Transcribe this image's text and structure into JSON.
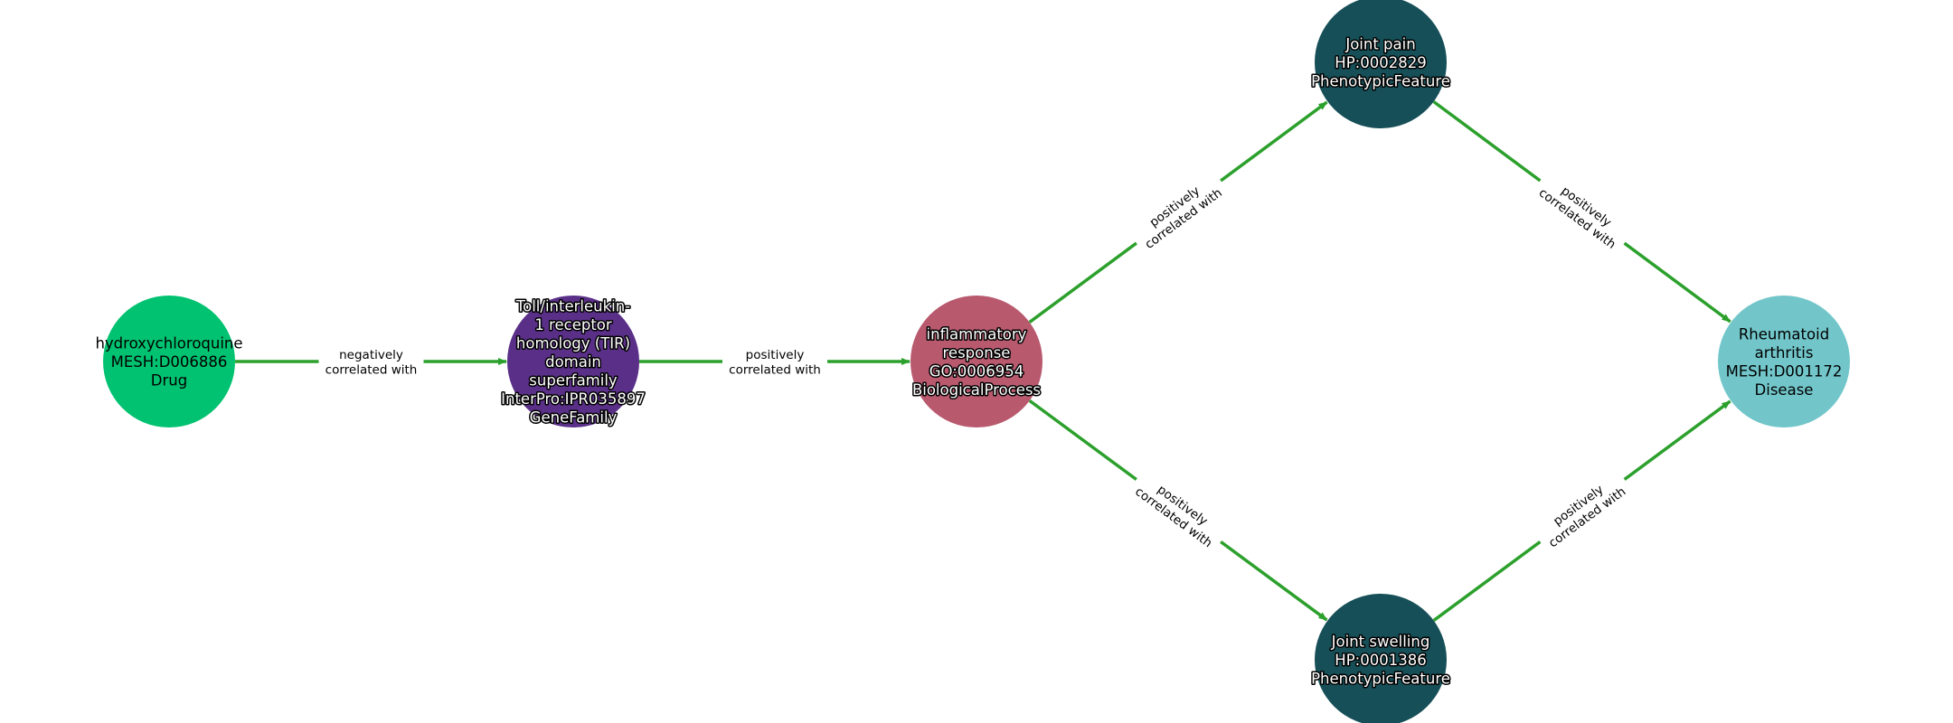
{
  "graph": {
    "nodes": [
      {
        "id": "hcq",
        "lines": [
          "hydroxychloroquine",
          "MESH:D006886",
          "Drug"
        ],
        "color": "#00c270",
        "text_style": "dark"
      },
      {
        "id": "tir",
        "lines": [
          "Toll/interleukin-",
          "1 receptor",
          "homology (TIR)",
          "domain",
          "superfamily",
          "InterPro:IPR035897",
          "GeneFamily"
        ],
        "color": "#5a2f88",
        "text_style": "light"
      },
      {
        "id": "inf",
        "lines": [
          "inflammatory",
          "response",
          "GO:0006954",
          "BiologicalProcess"
        ],
        "color": "#b8596e",
        "text_style": "light"
      },
      {
        "id": "jp",
        "lines": [
          "Joint pain",
          "HP:0002829",
          "PhenotypicFeature"
        ],
        "color": "#164f57",
        "text_style": "light"
      },
      {
        "id": "js",
        "lines": [
          "Joint swelling",
          "HP:0001386",
          "PhenotypicFeature"
        ],
        "color": "#164f57",
        "text_style": "light"
      },
      {
        "id": "ra",
        "lines": [
          "Rheumatoid",
          "arthritis",
          "MESH:D001172",
          "Disease"
        ],
        "color": "#72c6ca",
        "text_style": "dark"
      }
    ],
    "edges": [
      {
        "source": "hcq",
        "target": "tir",
        "lines": [
          "negatively",
          "correlated with"
        ]
      },
      {
        "source": "tir",
        "target": "inf",
        "lines": [
          "positively",
          "correlated with"
        ]
      },
      {
        "source": "inf",
        "target": "jp",
        "lines": [
          "positively",
          "correlated with"
        ]
      },
      {
        "source": "inf",
        "target": "js",
        "lines": [
          "positively",
          "correlated with"
        ]
      },
      {
        "source": "jp",
        "target": "ra",
        "lines": [
          "positively",
          "correlated with"
        ]
      },
      {
        "source": "js",
        "target": "ra",
        "lines": [
          "positively",
          "correlated with"
        ]
      }
    ],
    "edge_color": "#2ca02c"
  }
}
